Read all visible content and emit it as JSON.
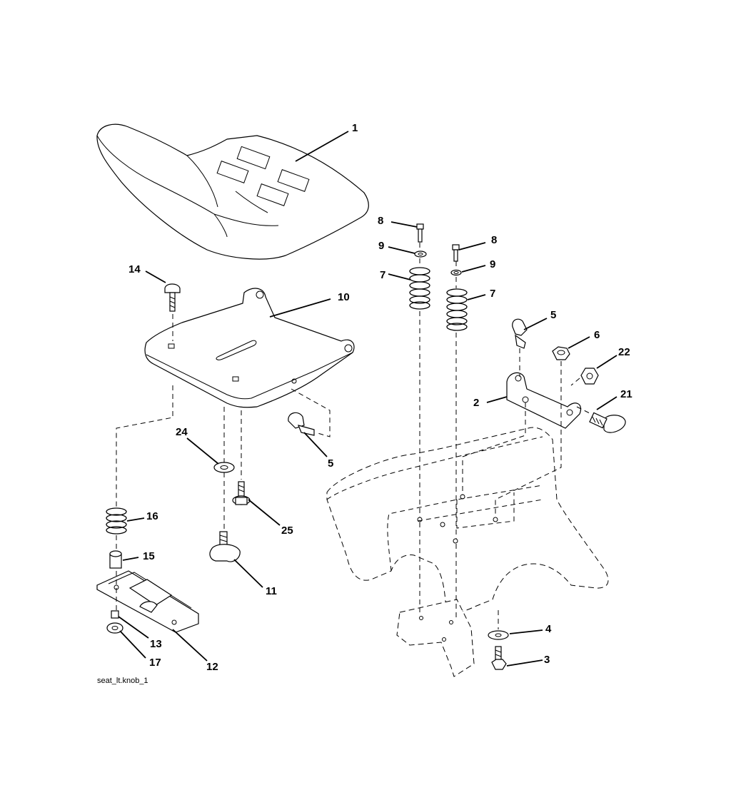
{
  "diagram": {
    "caption": "seat_lt.knob_1",
    "callouts": [
      {
        "id": "c1",
        "text": "1"
      },
      {
        "id": "c2",
        "text": "2"
      },
      {
        "id": "c3",
        "text": "3"
      },
      {
        "id": "c4",
        "text": "4"
      },
      {
        "id": "c5a",
        "text": "5"
      },
      {
        "id": "c5b",
        "text": "5"
      },
      {
        "id": "c6",
        "text": "6"
      },
      {
        "id": "c7a",
        "text": "7"
      },
      {
        "id": "c7b",
        "text": "7"
      },
      {
        "id": "c8a",
        "text": "8"
      },
      {
        "id": "c8b",
        "text": "8"
      },
      {
        "id": "c9a",
        "text": "9"
      },
      {
        "id": "c9b",
        "text": "9"
      },
      {
        "id": "c10",
        "text": "10"
      },
      {
        "id": "c11",
        "text": "11"
      },
      {
        "id": "c12",
        "text": "12"
      },
      {
        "id": "c13",
        "text": "13"
      },
      {
        "id": "c14",
        "text": "14"
      },
      {
        "id": "c15",
        "text": "15"
      },
      {
        "id": "c16",
        "text": "16"
      },
      {
        "id": "c17",
        "text": "17"
      },
      {
        "id": "c21",
        "text": "21"
      },
      {
        "id": "c22",
        "text": "22"
      },
      {
        "id": "c24",
        "text": "24"
      },
      {
        "id": "c25",
        "text": "25"
      }
    ]
  }
}
